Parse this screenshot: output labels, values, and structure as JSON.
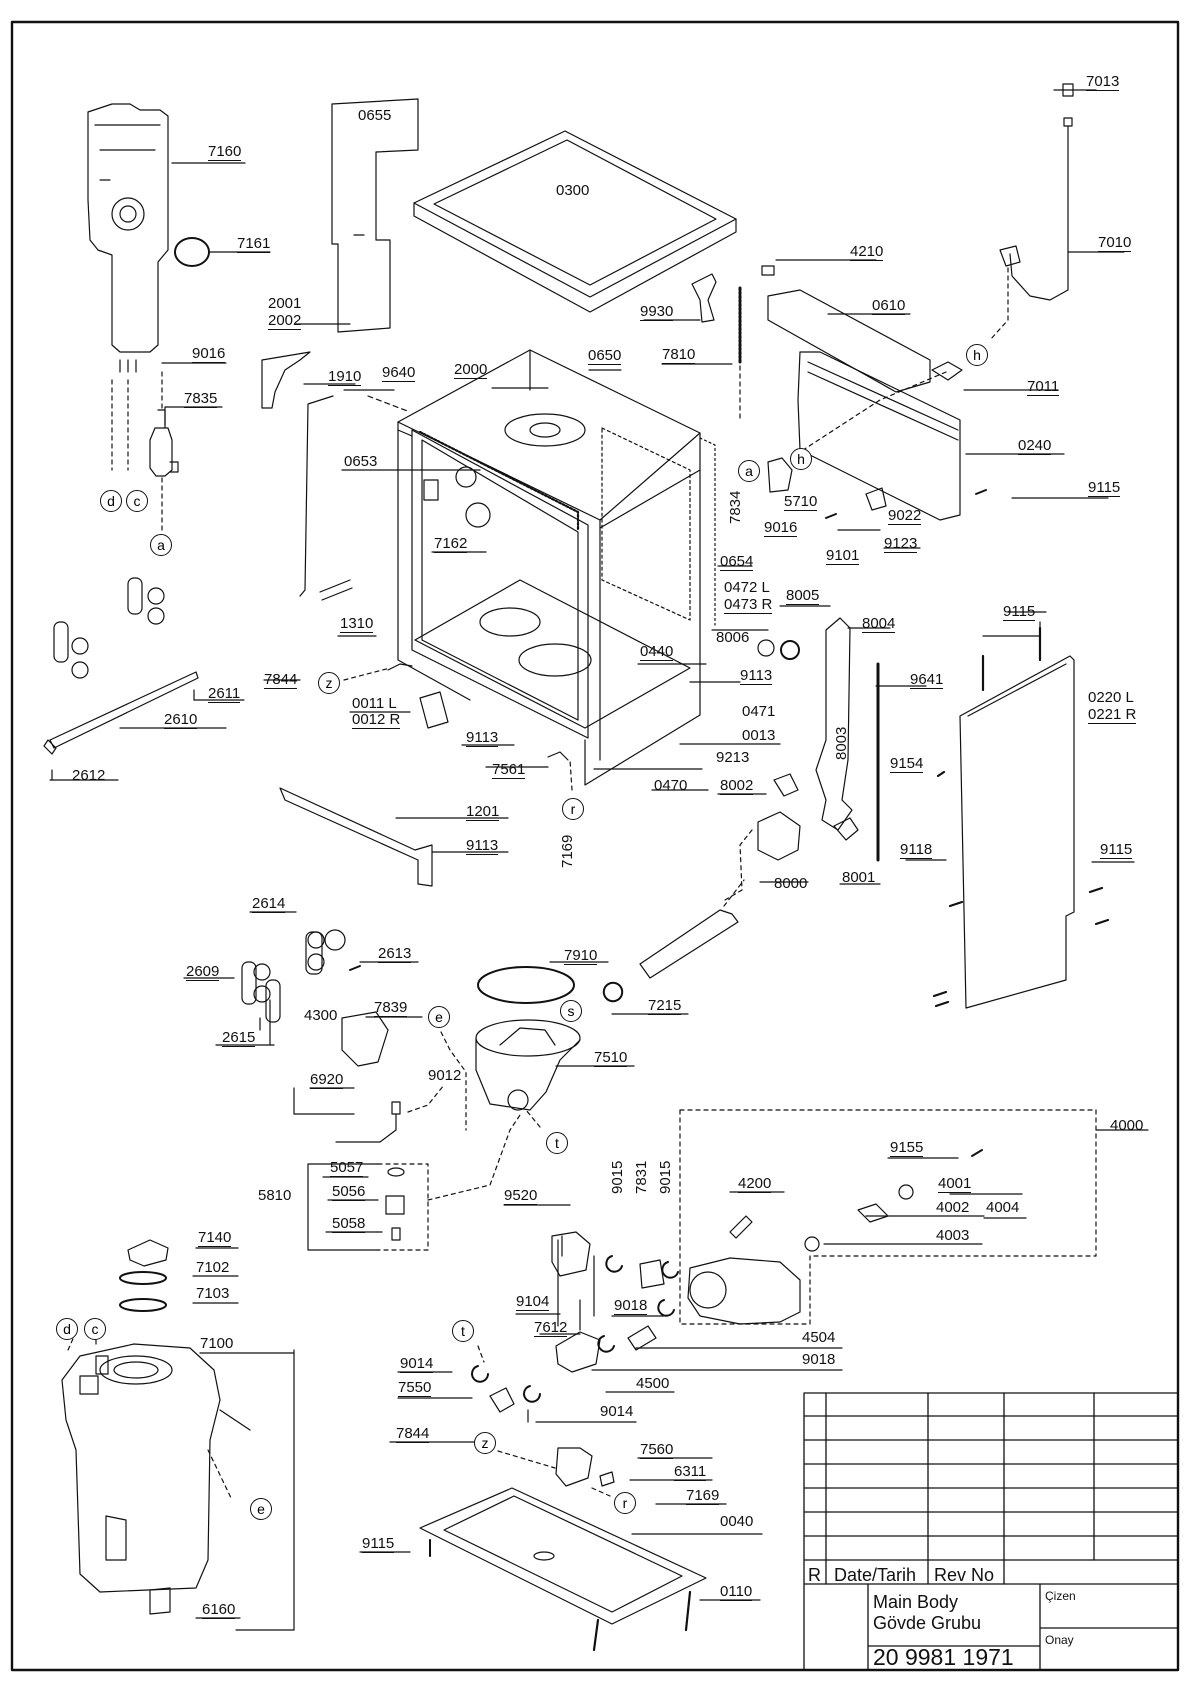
{
  "drawing": {
    "title_en": "Main Body",
    "title_tr": "Gövde Grubu",
    "part_number": "20 9981 1971",
    "rev_marker": "R",
    "date_label": "Date/Tarih",
    "rev_label": "Rev No",
    "drawn_label": "Çizen",
    "approved_label": "Onay"
  },
  "part_labels": {
    "p7013": "7013",
    "p7160": "7160",
    "p7161": "7161",
    "p9016a": "9016",
    "p7835": "7835",
    "p0655": "0655",
    "p0300": "0300",
    "p4210": "4210",
    "p7010": "7010",
    "p9930": "9930",
    "p0610": "0610",
    "p7810": "7810",
    "p0650": "0650",
    "p2000": "2000",
    "p2001": "2001",
    "p2002": "2002",
    "p1910": "1910",
    "p9640": "9640",
    "p7011": "7011",
    "p0653": "0653",
    "p0240": "0240",
    "p7834": "7834",
    "p5710": "5710",
    "p9115a": "9115",
    "p9016b": "9016",
    "p9022": "9022",
    "p7162": "7162",
    "p9101": "9101",
    "p9123": "9123",
    "p0654": "0654",
    "p0472": "0472 L",
    "p0473": "0473 R",
    "p8005": "8005",
    "p1310": "1310",
    "p9115b": "9115",
    "p8004": "8004",
    "p8006": "8006",
    "p0440": "0440",
    "p9113a": "9113",
    "p9641": "9641",
    "p0220": "0220 L",
    "p0221": "0221 R",
    "p2611": "2611",
    "p7844a": "7844",
    "p0011": "0011 L",
    "p0012": "0012 R",
    "p0471": "0471",
    "p2610": "2610",
    "p9113b": "9113",
    "p0013": "0013",
    "p8003": "8003",
    "p9154": "9154",
    "p9213": "9213",
    "p7561": "7561",
    "p2612": "2612",
    "p8002": "8002",
    "p0470": "0470",
    "p1201": "1201",
    "p9113c": "9113",
    "p7169a": "7169",
    "p8000": "8000",
    "p8001": "8001",
    "p9118": "9118",
    "p9115c": "9115",
    "p2614": "2614",
    "p2613": "2613",
    "p7910": "7910",
    "p2609": "2609",
    "p7215": "7215",
    "p4300": "4300",
    "p7839": "7839",
    "p2615": "2615",
    "p7510": "7510",
    "p9012": "9012",
    "p6920": "6920",
    "p4000": "4000",
    "p9155": "9155",
    "p5057": "5057",
    "p4001": "4001",
    "p5810": "5810",
    "p5056": "5056",
    "p9015a": "9015",
    "p7831": "7831",
    "p9015b": "9015",
    "p4200": "4200",
    "p9520": "9520",
    "p4002": "4002",
    "p4004": "4004",
    "p5058": "5058",
    "p4003": "4003",
    "p7140": "7140",
    "p7102": "7102",
    "p7103": "7103",
    "p9104": "9104",
    "p9018a": "9018",
    "p7100": "7100",
    "p7612": "7612",
    "p4504": "4504",
    "p9018b": "9018",
    "p9014a": "9014",
    "p4500": "4500",
    "p7550": "7550",
    "p9014b": "9014",
    "p7844b": "7844",
    "p7560": "7560",
    "p6311": "6311",
    "p7169b": "7169",
    "p0040": "0040",
    "p9115d": "9115",
    "p0110": "0110",
    "p6160": "6160"
  },
  "callouts": {
    "a1": "a",
    "a2": "a",
    "c1": "c",
    "c2": "c",
    "d1": "d",
    "d2": "d",
    "e1": "e",
    "e2": "e",
    "h1": "h",
    "h2": "h",
    "r1": "r",
    "r2": "r",
    "s1": "s",
    "t1": "t",
    "t2": "t",
    "z1": "z",
    "z2": "z"
  }
}
